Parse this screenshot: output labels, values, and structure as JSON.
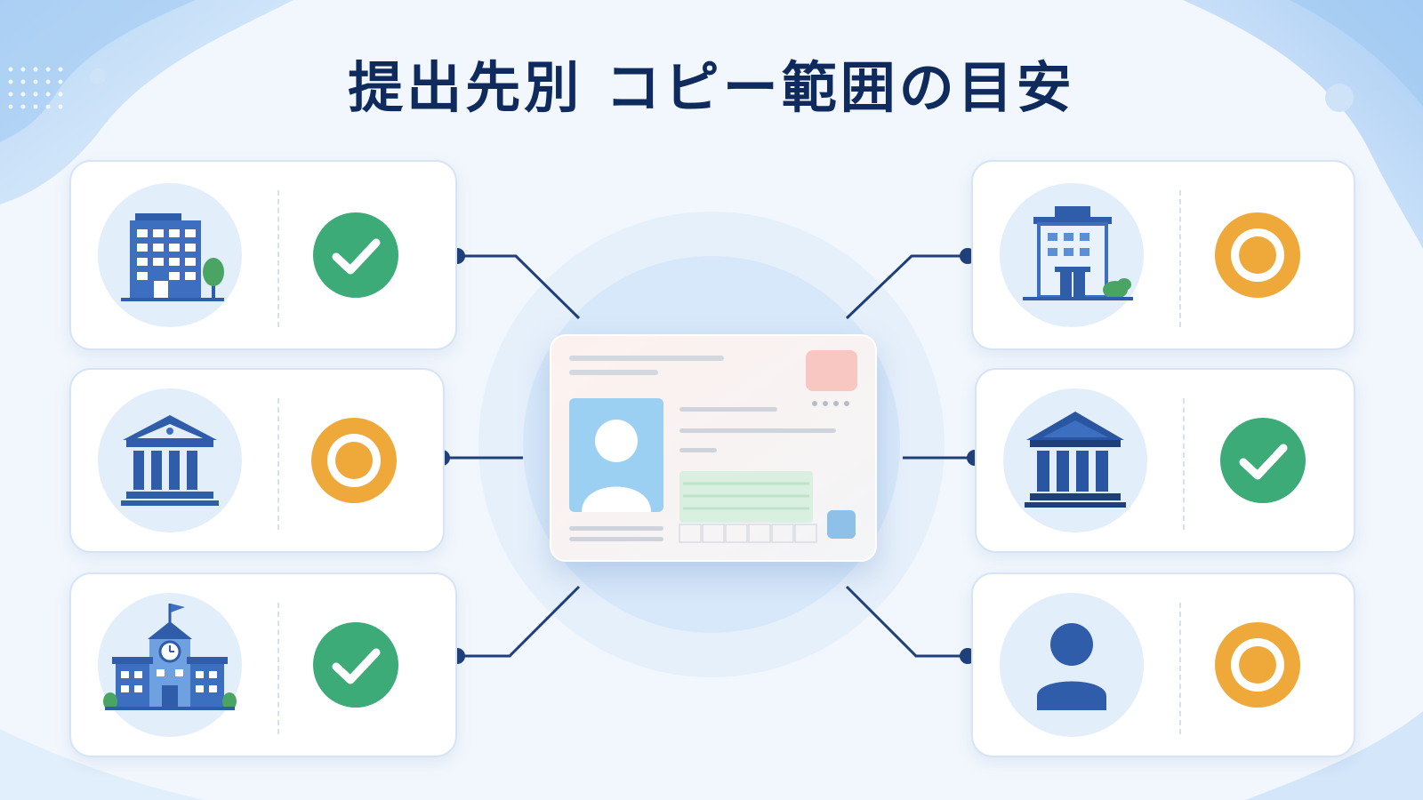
{
  "title": "提出先別 コピー範囲の目安",
  "colors": {
    "navy": "#0f2a5c",
    "accent_blue": "#3d6fc0",
    "check_green": "#3cab78",
    "circle_orange": "#efa93a",
    "connector": "#1f3f7a"
  },
  "destinations": [
    {
      "side": "left",
      "icon": "office-building-icon",
      "status": "check-icon"
    },
    {
      "side": "left",
      "icon": "bank-building-icon",
      "status": "double-circle-icon"
    },
    {
      "side": "left",
      "icon": "school-building-icon",
      "status": "check-icon"
    },
    {
      "side": "right",
      "icon": "company-office-icon",
      "status": "double-circle-icon"
    },
    {
      "side": "right",
      "icon": "government-building-icon",
      "status": "check-icon"
    },
    {
      "side": "right",
      "icon": "person-icon",
      "status": "double-circle-icon"
    }
  ],
  "center": {
    "icon": "id-card-icon"
  }
}
